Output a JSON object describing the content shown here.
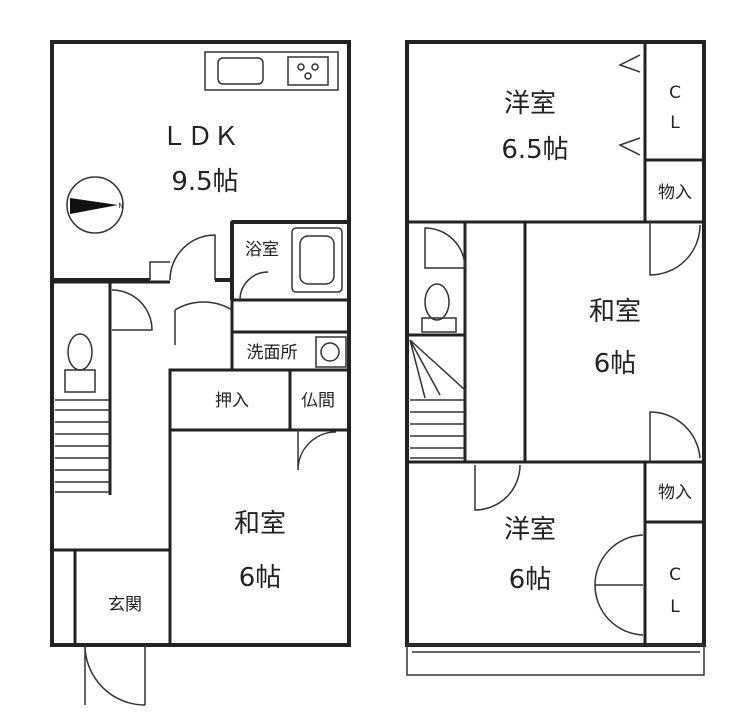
{
  "floor1": {
    "ldk": {
      "name": "ＬＤＫ",
      "size": "9.5帖"
    },
    "bath": "浴室",
    "washroom": "洗面所",
    "closet": "押入",
    "altar_room": "仏間",
    "japanese_room": {
      "name": "和室",
      "size": "6帖"
    },
    "entrance": "玄関",
    "compass_label": "N"
  },
  "floor2": {
    "western_room_1": {
      "name": "洋室",
      "size": "6.5帖"
    },
    "cl_1": "C\nL",
    "storage_1": "物入",
    "japanese_room": {
      "name": "和室",
      "size": "6帖"
    },
    "storage_2": "物入",
    "western_room_2": {
      "name": "洋室",
      "size": "6帖"
    },
    "cl_2": "C\nL",
    "cl_letters": [
      "C",
      "L"
    ]
  }
}
